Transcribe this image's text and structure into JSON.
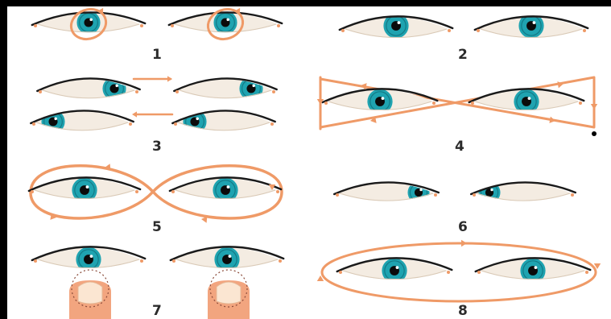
{
  "colors": {
    "iris": "#1fa3b0",
    "iris_dark": "#137a86",
    "pupil": "#0b0b0b",
    "sclera": "#f4ece2",
    "lid_line": "#1a1a1a",
    "arrow": "#ef9a67",
    "finger": "#f2a57f",
    "nail": "#fbe6d2"
  },
  "exercises": [
    {
      "number": "1",
      "motion": "circles"
    },
    {
      "number": "2",
      "motion": "look-up"
    },
    {
      "number": "3",
      "motion": "left-right"
    },
    {
      "number": "4",
      "motion": "bowtie"
    },
    {
      "number": "5",
      "motion": "figure-eight"
    },
    {
      "number": "6",
      "motion": "look-inward"
    },
    {
      "number": "7",
      "motion": "focus-finger"
    },
    {
      "number": "8",
      "motion": "wide-circle"
    }
  ]
}
